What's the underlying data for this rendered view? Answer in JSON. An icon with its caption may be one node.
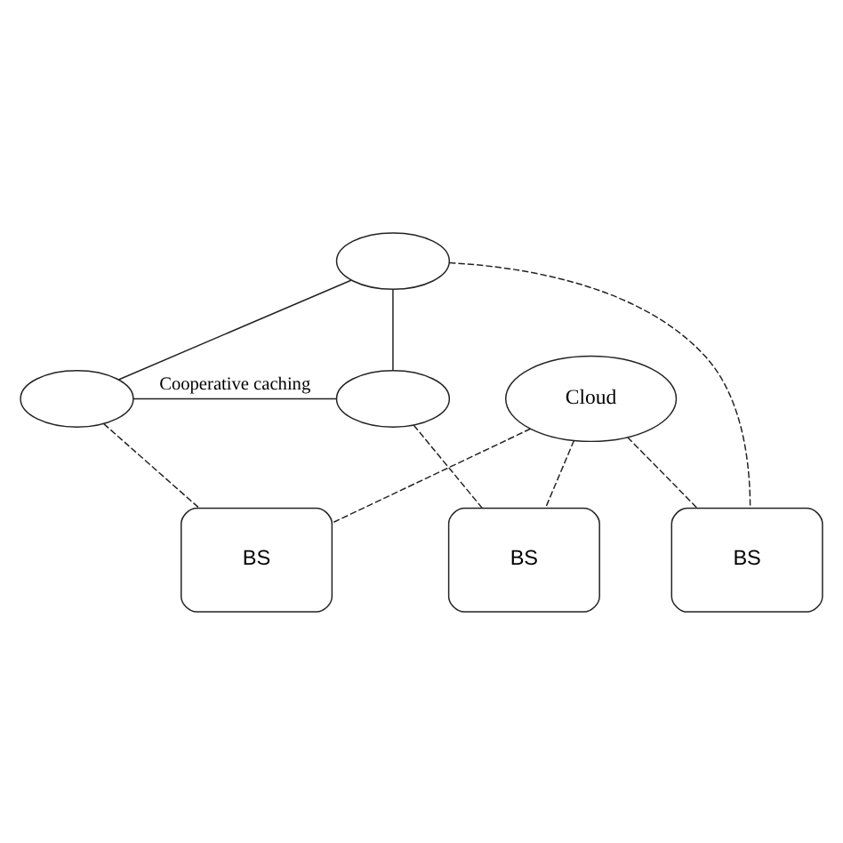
{
  "diagram": {
    "nodes": [
      {
        "text": [
          "Cloud"
        ]
      },
      {
        "text": [],
        "shape": "cloud"
      },
      {
        "text": [],
        "shape": "cloud"
      },
      {
        "text": [],
        "shape": "cloud"
      },
      {
        "text": [
          "BS"
        ]
      },
      {
        "text": [
          "BS"
        ]
      },
      {
        "text": [
          "BS"
        ]
      }
    ],
    "edges": [
      {
        "from": 1,
        "to": 2,
        "arrow": "none"
      },
      {
        "from": 2,
        "to": 3,
        "arrow": "none",
        "label": "Cooperative caching"
      },
      {
        "from": 1,
        "to": 3,
        "arrow": "none"
      },
      {
        "from": 0,
        "to": 4,
        "arrow": "none",
        "style": "dashed"
      },
      {
        "from": 0,
        "to": 5,
        "arrow": "none",
        "style": "dashed"
      },
      {
        "from": 0,
        "to": 6,
        "arrow": "none",
        "style": "dashed"
      },
      {
        "from": 1,
        "to": 5,
        "arrow": "none",
        "style": "dashed"
      },
      {
        "from": 2,
        "to": 4,
        "arrow": "none",
        "style": "dashed"
      },
      {
        "from": 3,
        "to": 6,
        "arrow": "none",
        "style": "dashed"
      }
    ]
  }
}
